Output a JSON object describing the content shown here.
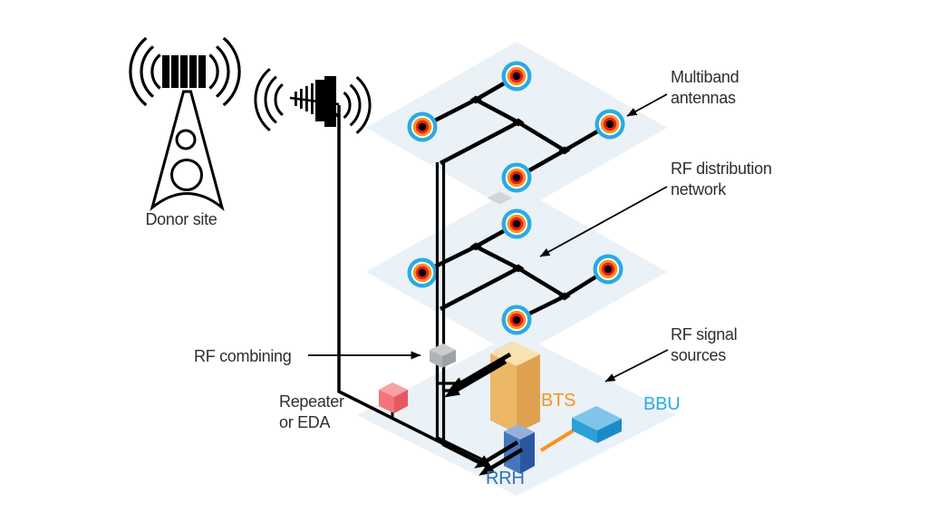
{
  "labels": {
    "donor_site": "Donor site",
    "multiband_antennas": "Multiband\nantennas",
    "rf_distribution_network": "RF distribution\nnetwork",
    "rf_signal_sources": "RF signal\nsources",
    "rf_combining": "RF combining",
    "repeater_or_eda": "Repeater\nor EDA",
    "bts": "BTS",
    "bbu": "BBU",
    "rrh": "RRH"
  },
  "colors": {
    "accent_cyan": "#29ABE2",
    "accent_orange": "#F7941D",
    "accent_red": "#ED1C24",
    "rrh_label_blue": "#2E71B8",
    "floor_plane": "#EAF1F7",
    "riser_opening_gray": "#D2D5D8",
    "line_black": "#000000",
    "text_dark": "#2E2E2E",
    "bts_top": "#F8E2B0",
    "bts_left": "#ECB766",
    "bts_right": "#DFA150",
    "bbu_top": "#7FC5E9",
    "bbu_left": "#2D9FD8",
    "bbu_right": "#1B8AC5",
    "rrh_top": "#97B0DA",
    "rrh_left": "#4677BD",
    "rrh_right": "#2A57A0",
    "repeater_top": "#F9A0A4",
    "repeater_left": "#F3747A",
    "repeater_right": "#E35A60",
    "combiner_top": "#C9CDD0",
    "combiner_left": "#B0B4B7",
    "combiner_right": "#9EA2A5"
  },
  "icons": [
    "donor-tower-icon",
    "signal-waves-icon",
    "directional-antenna-icon",
    "multiband-antenna-target-icon",
    "junction-node-icon",
    "arrowhead-icon"
  ],
  "antenna_floors": {
    "floor_count": 2,
    "antennas_per_floor": 4,
    "total_multiband_antennas": 8
  }
}
